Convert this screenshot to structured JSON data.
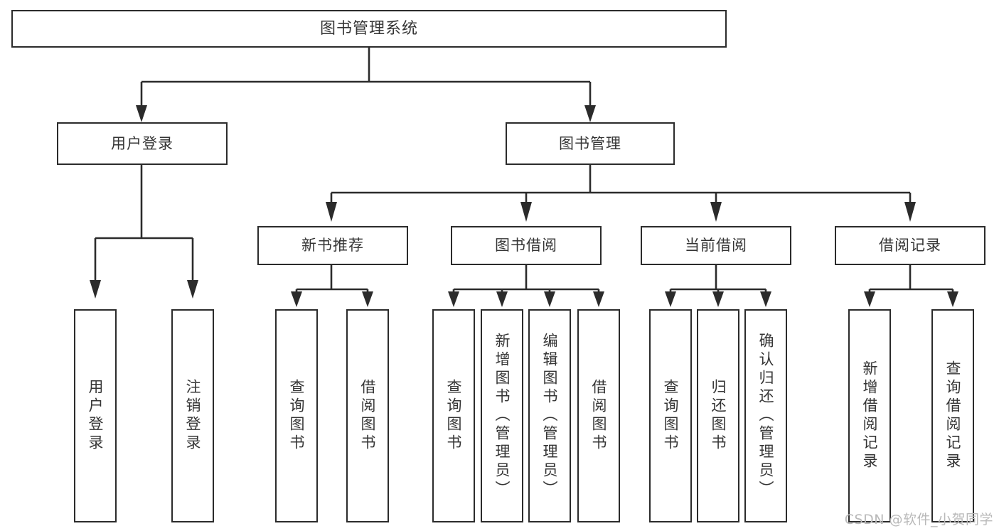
{
  "diagram": {
    "type": "tree",
    "title": "图书管理系统",
    "root": {
      "label": "图书管理系统"
    },
    "level2": [
      {
        "label": "用户登录"
      },
      {
        "label": "图书管理"
      }
    ],
    "level3": [
      {
        "label": "新书推荐"
      },
      {
        "label": "图书借阅"
      },
      {
        "label": "当前借阅"
      },
      {
        "label": "借阅记录"
      }
    ],
    "leaves_user_login": [
      {
        "label": "用户登录"
      },
      {
        "label": "注销登录"
      }
    ],
    "leaves_new_book": [
      {
        "label": "查询图书"
      },
      {
        "label": "借阅图书"
      }
    ],
    "leaves_borrow": [
      {
        "label": "查询图书"
      },
      {
        "label": "新增图书（管理员）"
      },
      {
        "label": "编辑图书（管理员）"
      },
      {
        "label": "借阅图书"
      }
    ],
    "leaves_current": [
      {
        "label": "查询图书"
      },
      {
        "label": "归还图书"
      },
      {
        "label": "确认归还（管理员）"
      }
    ],
    "leaves_record": [
      {
        "label": "新增借阅记录"
      },
      {
        "label": "查询借阅记录"
      }
    ],
    "colors": {
      "border": "#2b2b2b",
      "text": "#353535",
      "background": "#ffffff",
      "watermark": "#b9b9b9"
    }
  },
  "watermark": {
    "text": "CSDN @软件_小贺同学"
  }
}
